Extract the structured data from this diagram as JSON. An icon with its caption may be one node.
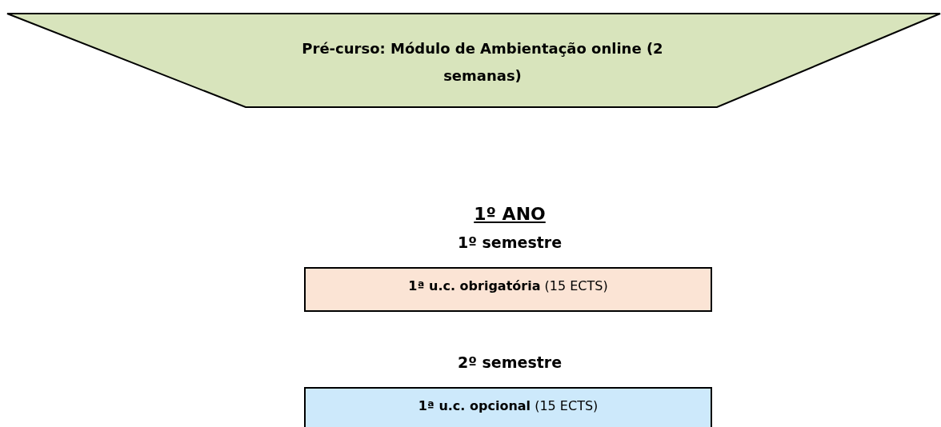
{
  "diagram": {
    "nodes": [
      {
        "text": [
          "Pré-curso: Módulo de Ambientação online (2 semanas)"
        ]
      },
      {
        "text": [
          "**1ª u.c. obrigatória** (15 ECTS)"
        ]
      },
      {
        "text": [
          "**1ª u.c. opcional** (15 ECTS)"
        ]
      }
    ],
    "labels": [
      "1º ANO",
      "1º semestre",
      "2º semestre"
    ]
  }
}
